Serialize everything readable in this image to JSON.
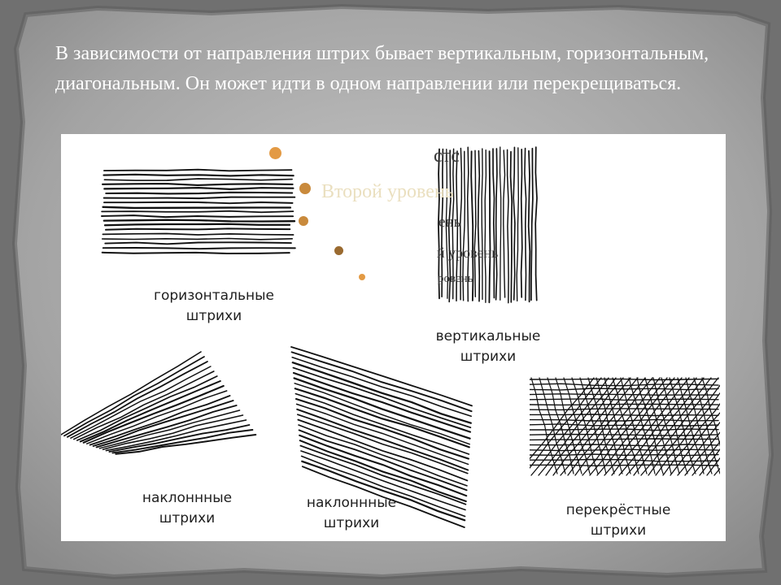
{
  "slide": {
    "text": "В зависимости от направления штрих бывает вертикальным, горизонтальным, диагональным. Он может идти в одном направлении или перекрещиваться."
  },
  "captions": {
    "horizontal": [
      "горизонтальные",
      "штрихи"
    ],
    "vertical": [
      "вертикальные",
      "штрихи"
    ],
    "diagonal_left": [
      "наклоннные",
      "штрихи"
    ],
    "diagonal_middle": [
      "наклоннные",
      "штрихи"
    ],
    "crossed": [
      "перекрёстные",
      "штрихи"
    ]
  },
  "placeholder": {
    "level1_fragment": "стс",
    "level2": "Второй уровень",
    "level3_fragment": "ень",
    "level4_fragment": "й уровень",
    "level5_fragment": "ровень"
  },
  "colors": {
    "bullet_level1": "#e39a44",
    "bullet_level2": "#c98a3c",
    "bullet_level4": "#9a6a30",
    "level2_text": "#eadfbf",
    "hatch": "#111111",
    "slide_text": "#ffffff"
  }
}
